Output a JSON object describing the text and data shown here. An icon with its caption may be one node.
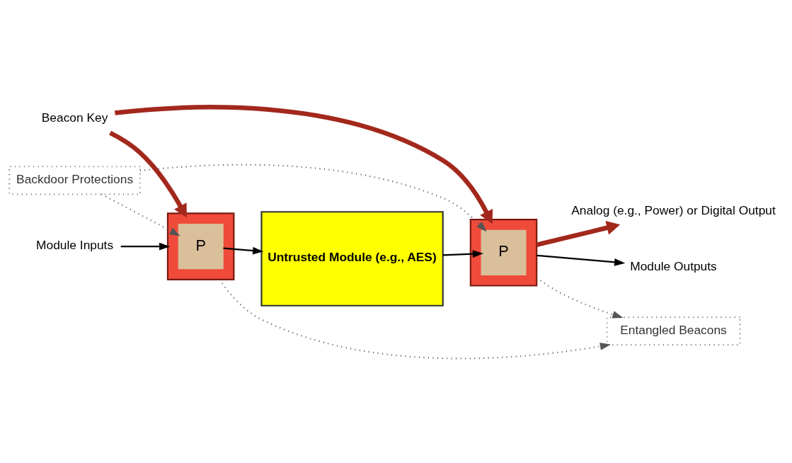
{
  "diagram": {
    "nodes": [
      {
        "text": [
          "Backdoor Protections"
        ]
      },
      {
        "text": [],
        "shape": "box"
      },
      {
        "text": [
          "P"
        ],
        "in": 1
      },
      {
        "text": [
          "Untrusted Module (e.g., AES)"
        ]
      },
      {
        "text": [],
        "shape": "box"
      },
      {
        "text": [
          "P"
        ],
        "in": 4
      },
      {
        "text": [
          "Module Inputs"
        ]
      },
      {
        "text": [
          "Module Outputs"
        ]
      },
      {
        "text": [
          "Beacon Key"
        ]
      },
      {
        "text": [
          "Entangled Beacons"
        ]
      },
      {
        "text": [
          "Analog (e.g., Power) or Digital Output"
        ]
      }
    ],
    "edges": [
      {
        "from": 6,
        "to": 1,
        "arrow": "to"
      },
      {
        "from": 2,
        "to": 3,
        "arrow": "to"
      },
      {
        "from": 3,
        "to": 5,
        "arrow": "to"
      },
      {
        "from": 4,
        "to": 7,
        "arrow": "to"
      },
      {
        "from": 8,
        "to": 1,
        "arrow": "to",
        "style": "thick",
        "color": "#a3281c"
      },
      {
        "from": 8,
        "to": 4,
        "arrow": "to",
        "style": "thick",
        "color": "#a3281c"
      },
      {
        "from": 4,
        "to": 10,
        "arrow": "to",
        "style": "thick",
        "color": "#a3281c"
      },
      {
        "from": 0,
        "to": 2,
        "arrow": "to",
        "style": "dashed"
      },
      {
        "from": 0,
        "to": 5,
        "arrow": "to",
        "style": "dashed"
      },
      {
        "from": 1,
        "to": 9,
        "arrow": "to",
        "style": "dashed"
      },
      {
        "from": 4,
        "to": 9,
        "arrow": "to",
        "style": "dashed"
      }
    ]
  }
}
